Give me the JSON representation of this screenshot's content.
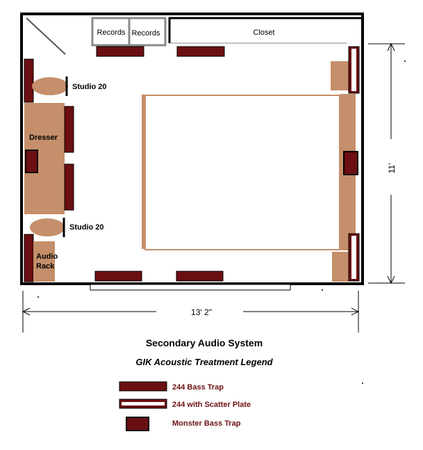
{
  "labels": {
    "records_1": "Records",
    "records_2": "Records",
    "closet": "Closet",
    "studio_top": "Studio 20",
    "studio_bottom": "Studio 20",
    "dresser": "Dresser",
    "audio_rack_line1": "Audio",
    "audio_rack_line2": "Rack",
    "dim_height": "11'",
    "dim_width": "13' 2\"",
    "title": "Secondary Audio System",
    "subtitle": "GIK Acoustic Treatment Legend"
  },
  "legend": [
    {
      "label": "244 Bass Trap"
    },
    {
      "label": "244 with Scatter Plate"
    },
    {
      "label": "Monster Bass Trap"
    }
  ],
  "colors": {
    "wall": "#000000",
    "furniture": "#c48f6a",
    "bass_trap": "#6b0f12",
    "legend_text": "#6b1014"
  }
}
